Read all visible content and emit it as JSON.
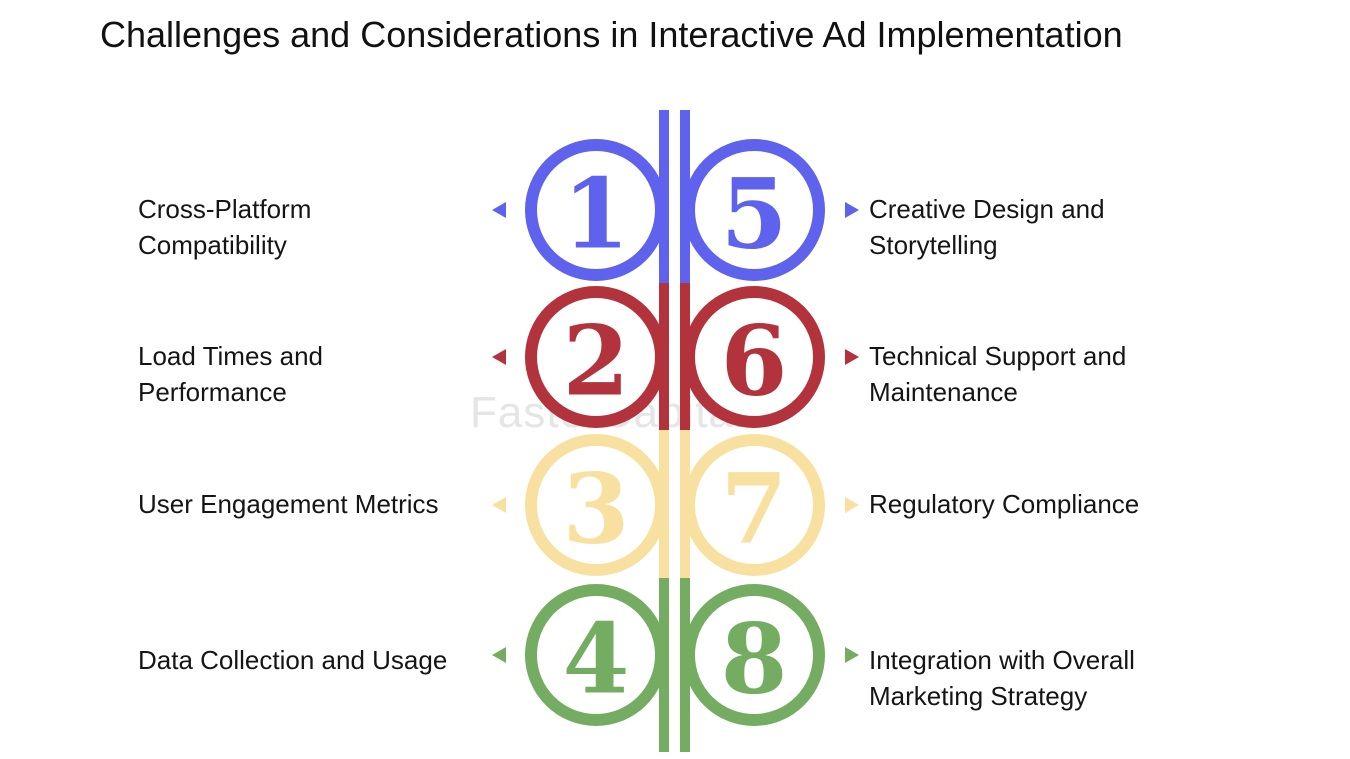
{
  "title": "Challenges and Considerations in Interactive Ad Implementation",
  "watermark": "FasterCapital",
  "colors": {
    "blue": "#5f62ec",
    "red": "#b3333c",
    "yellow": "#f8e1a0",
    "green": "#74ad62"
  },
  "items": [
    {
      "number": "1",
      "label": "Cross-Platform\nCompatibility",
      "color": "blue"
    },
    {
      "number": "2",
      "label": "Load Times and\nPerformance",
      "color": "red"
    },
    {
      "number": "3",
      "label": "User Engagement Metrics",
      "color": "yellow"
    },
    {
      "number": "4",
      "label": "Data Collection and Usage",
      "color": "green"
    },
    {
      "number": "5",
      "label": "Creative Design and\nStorytelling",
      "color": "blue"
    },
    {
      "number": "6",
      "label": "Technical Support and\nMaintenance",
      "color": "red"
    },
    {
      "number": "7",
      "label": "Regulatory Compliance",
      "color": "yellow"
    },
    {
      "number": "8",
      "label": "Integration with Overall\nMarketing Strategy",
      "color": "green"
    }
  ]
}
